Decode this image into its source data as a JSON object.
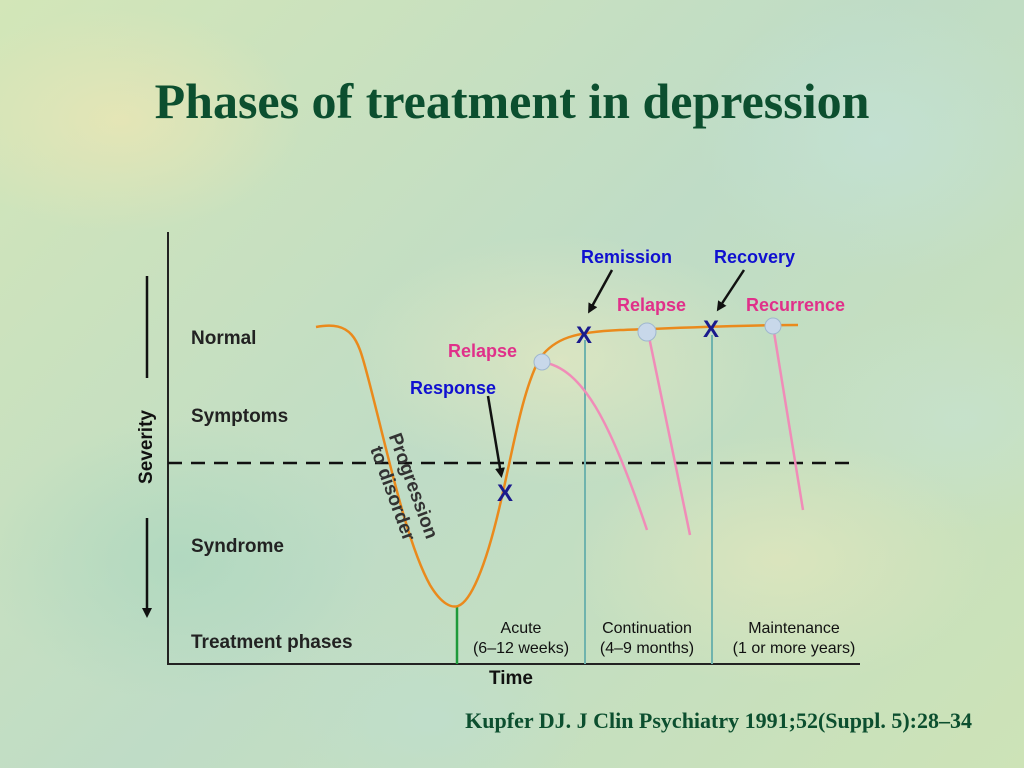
{
  "title": "Phases of treatment in depression",
  "row_labels": {
    "normal": "Normal",
    "symptoms": "Symptoms",
    "syndrome": "Syndrome",
    "treatment_phases": "Treatment phases"
  },
  "axes": {
    "y_label": "Severity",
    "x_label": "Time"
  },
  "annotations": {
    "progression": "Progression",
    "to_disorder": "to disorder",
    "response": "Response",
    "relapse_early": "Relapse",
    "remission": "Remission",
    "recovery": "Recovery",
    "relapse_late": "Relapse",
    "recurrence": "Recurrence",
    "x_marker": "X"
  },
  "phases": [
    {
      "name": "Acute",
      "duration": "(6–12 weeks)"
    },
    {
      "name": "Continuation",
      "duration": "(4–9 months)"
    },
    {
      "name": "Maintenance",
      "duration": "(1 or more years)"
    }
  ],
  "citation": "Kupfer DJ. J Clin Psychiatry 1991;52(Suppl. 5):28–34",
  "colors": {
    "title": "#0c4f2f",
    "curve": "#ea8a1c",
    "relapse_line": "#f08cb8",
    "phase_divider": "#6fb3ad",
    "acute_start": "#1e9a3a",
    "blue_text": "#1010d0",
    "pink_text": "#e0308a"
  }
}
